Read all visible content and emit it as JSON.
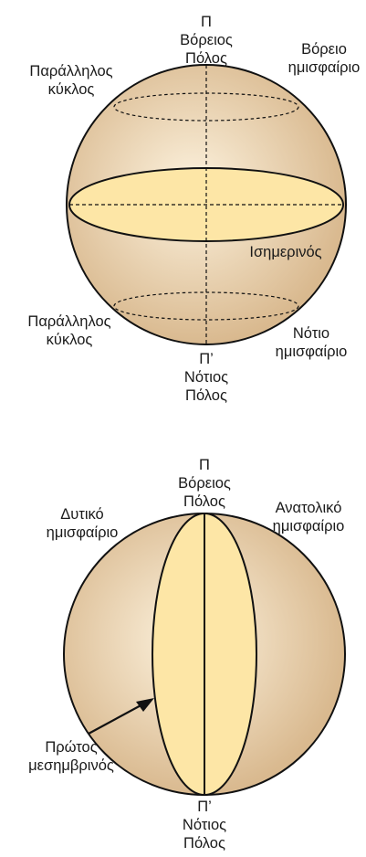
{
  "colors": {
    "sphere_light": "#fdf3df",
    "sphere_dark": "#d9b98f",
    "band_fill": "#fde6a6",
    "outline": "#111111"
  },
  "diagram1": {
    "north_pole": [
      "Π",
      "Βόρειος",
      "Πόλος"
    ],
    "south_pole": [
      "Π’",
      "Νότιος",
      "Πόλος"
    ],
    "north_hemisphere": [
      "Βόρειο",
      "ημισφαίριο"
    ],
    "south_hemisphere": [
      "Νότιο",
      "ημισφαίριο"
    ],
    "parallel_top": [
      "Παράλληλος",
      "κύκλος"
    ],
    "parallel_bottom": [
      "Παράλληλος",
      "κύκλος"
    ],
    "equator": "Ισημερινός"
  },
  "diagram2": {
    "north_pole": [
      "Π",
      "Βόρειος",
      "Πόλος"
    ],
    "south_pole": [
      "Π’",
      "Νότιος",
      "Πόλος"
    ],
    "west_hemisphere": [
      "Δυτικό",
      "ημισφαίριο"
    ],
    "east_hemisphere": [
      "Ανατολικό",
      "ημισφαίριο"
    ],
    "prime_meridian": [
      "Πρώτος",
      "μεσημβρινός"
    ]
  }
}
